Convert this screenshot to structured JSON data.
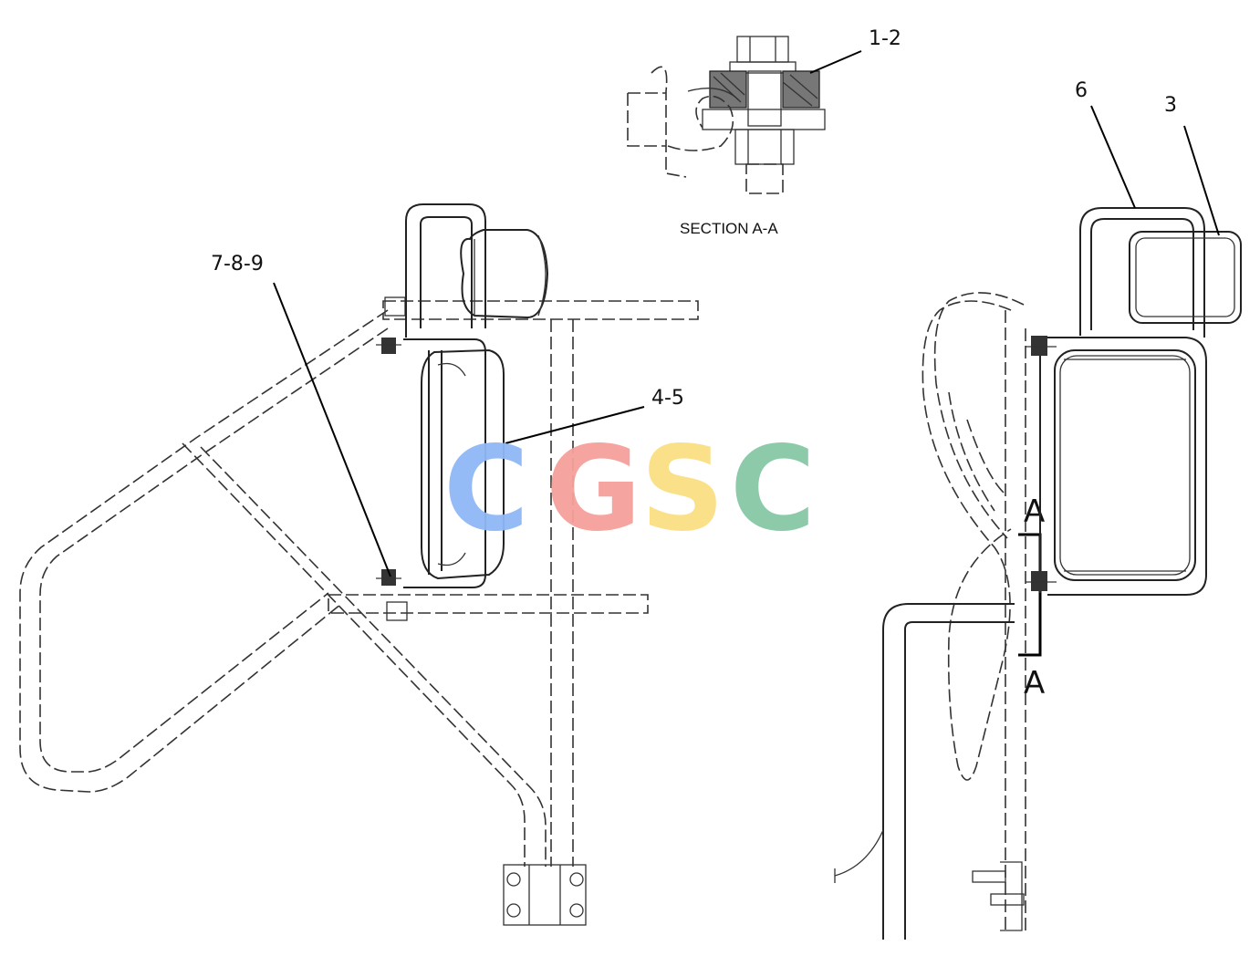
{
  "diagram": {
    "section_label": "SECTION A-A",
    "section_letter_top": "A",
    "section_letter_bottom": "A",
    "callouts": {
      "c1": "1-2",
      "c2": "6",
      "c3": "3",
      "c4": "7-8-9",
      "c5": "4-5"
    },
    "watermark": {
      "letters": [
        "C",
        "G",
        "S",
        "C"
      ],
      "colors": [
        "#8fb8f5",
        "#f5a09a",
        "#fbdf84",
        "#86c8a6"
      ]
    },
    "colors": {
      "line": "#222222",
      "background": "#ffffff"
    }
  }
}
